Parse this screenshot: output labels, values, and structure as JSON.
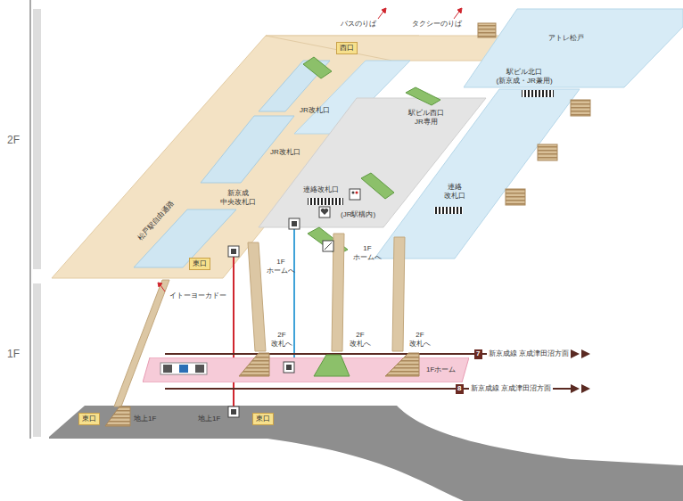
{
  "diagram": {
    "nodes": [
      {
        "text": [
          "西口"
        ]
      },
      {
        "text": [
          "アトレ松戸"
        ]
      },
      {
        "text": [
          "東口"
        ]
      },
      {
        "text": [
          "1Fホーム"
        ]
      },
      {
        "text": [
          "7"
        ]
      },
      {
        "text": [
          "8"
        ]
      },
      {
        "text": [
          "東口"
        ]
      },
      {
        "text": [
          "東口"
        ]
      }
    ],
    "labels": [
      "2F",
      "1F",
      "バスのりば",
      "タクシーのりば",
      "駅ビル北口 (新京成・JR兼用)",
      "JR改札口",
      "駅ビル西口 JR専用",
      "JR改札口",
      "新京成 中央改札口",
      "連絡改札口",
      "連絡 改札口",
      "(JR駅構内)",
      "1F ホームへ",
      "1F ホームへ",
      "イトーヨーカドー",
      "松戸駅自由通路",
      "2F 改札へ",
      "2F 改札へ",
      "2F 改札へ",
      "新京成線 京成津田沼方面",
      "新京成線 京成津田沼方面",
      "地上1F",
      "地上1F"
    ]
  }
}
